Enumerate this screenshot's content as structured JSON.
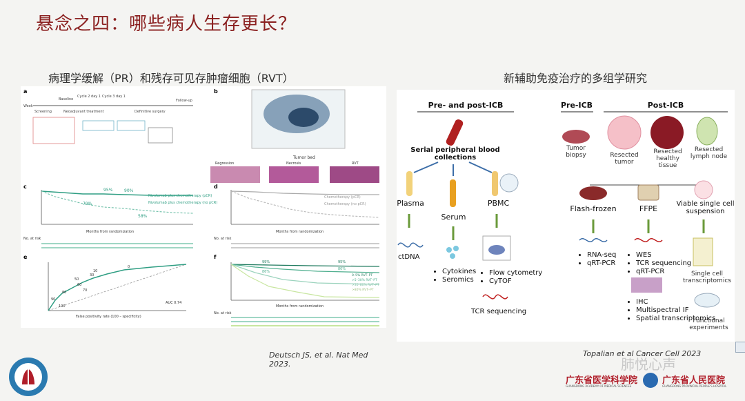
{
  "slide": {
    "title": "悬念之四：哪些病人生存更长？",
    "left_heading": "病理学缓解（PR）和残存可见存肿瘤细胞（RVT）",
    "right_heading": "新辅助免疫治疗的多组学研究"
  },
  "left_figure": {
    "panel_a": "a",
    "panel_b": "b",
    "panel_c": "c",
    "panel_d": "d",
    "panel_e": "e",
    "panel_f": "f",
    "timeline": {
      "week": "Week",
      "baseline": "Baseline",
      "cycle2": "Cycle 2\nday 1",
      "cycle3": "Cycle 3\nday 1",
      "screening": "Screening",
      "neoadjuvant": "Neoadjuvant treatment",
      "surgery": "Definitive surgery",
      "followup": "Follow-up"
    },
    "tumor_bed": {
      "title": "Tumor bed",
      "regression": "Regression",
      "necrosis": "Necrosis",
      "rvt": "RVT"
    },
    "curve_c": {
      "legend1": "Nivolumab plus chemotherapy (pCR)",
      "legend2": "Nivolumab plus chemotherapy (no pCR)",
      "xlabel": "Months from randomization",
      "at_risk": "No. at risk",
      "labels": [
        "95%",
        "90%",
        "79%",
        "58%"
      ]
    },
    "curve_d": {
      "legend1": "Chemotherapy (pCR)",
      "legend2": "Chemotherapy (no pCR)",
      "xlabel": "Months from randomization",
      "at_risk": "No. at risk"
    },
    "roc_e": {
      "xlabel": "False positivity rate (100 – specificity)",
      "auc": "AUC\n0.74",
      "points": [
        "0",
        "10",
        "30",
        "50",
        "60",
        "70",
        "80",
        "90",
        "100"
      ]
    },
    "curve_f": {
      "xlabel": "Months from randomization",
      "at_risk": "No. at risk",
      "labels": [
        "99%",
        "86%",
        "95%",
        "80%"
      ],
      "legend": [
        "0–5% RVT–PT",
        ">5–30% RVT–PT",
        ">30–80% RVT–PT",
        ">80% RVT–PT"
      ]
    },
    "citation": "Deutsch JS, et al. Nat Med 2023."
  },
  "right_figure": {
    "pre_post_title": "Pre- and post-ICB",
    "serial": "Serial peripheral blood collections",
    "plasma": "Plasma",
    "serum": "Serum",
    "pbmc": "PBMC",
    "ctdna": "ctDNA",
    "cytokines": [
      "Cytokines",
      "Seromics"
    ],
    "flow": [
      "Flow cytometry",
      "CyTOF"
    ],
    "tcr": "TCR sequencing",
    "pre_icb": "Pre-ICB",
    "post_icb": "Post-ICB",
    "tumor_biopsy": "Tumor biopsy",
    "resected_tumor": "Resected tumor",
    "resected_healthy": "Resected healthy tissue",
    "resected_lymph": "Resected lymph node",
    "flash_frozen": "Flash-frozen",
    "ffpe": "FFPE",
    "viable": "Viable single cell suspension",
    "flash_items": [
      "RNA-seq",
      "qRT-PCR"
    ],
    "ffpe_items": [
      "WES",
      "TCR sequencing",
      "qRT-PCR"
    ],
    "ffpe_items2": [
      "IHC",
      "Multispectral IF",
      "Spatial transcriptomics"
    ],
    "single_cell": "Single cell transcriptomics",
    "functional": "Functional experiments",
    "citation": "Topalian et al Cancer Cell 2023"
  },
  "branding": {
    "watermark": "肺悦心声",
    "hospital_cn": "广东省医学科学院",
    "hospital_cn2": "广东省人民医院",
    "hospital_en": "GUANGDONG ACADEMY OF MEDICAL SCIENCES",
    "hospital_en2": "GUANGDONG PROVINCIAL PEOPLE'S HOSPITAL"
  },
  "colors": {
    "title": "#8a1f1f",
    "teal": "#2f9e83",
    "green_arrow": "#6a9a3a",
    "blue_arrow": "#3d6ea8"
  }
}
